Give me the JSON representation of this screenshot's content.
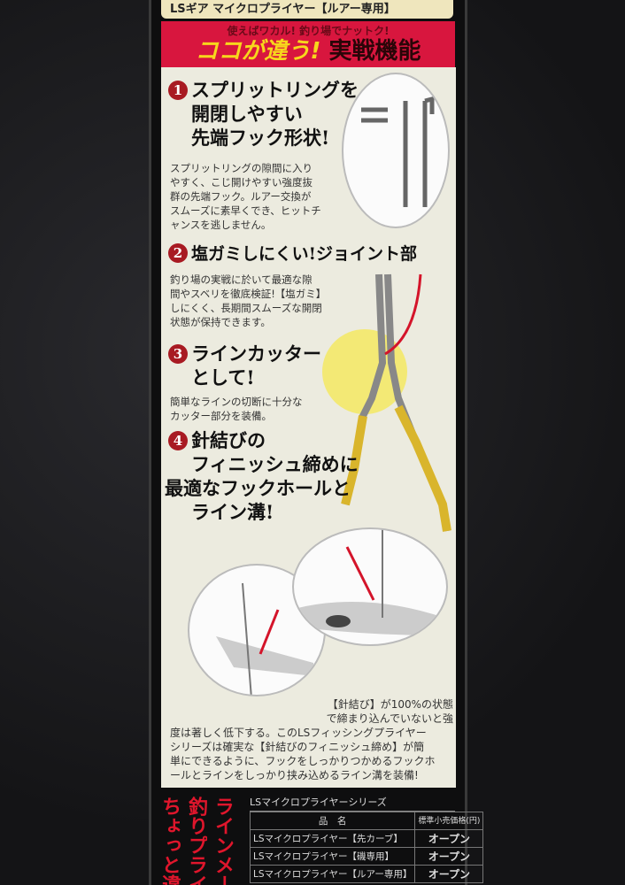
{
  "top_label": "LSギア マイクロプライヤー【ルアー専用】",
  "banner": {
    "subtitle": "使えばワカル! 釣り場でナットク!",
    "highlight": "ココが違う!",
    "title": "実戦機能"
  },
  "features": [
    {
      "num": "1",
      "title": [
        "スプリットリングを",
        "開閉しやすい",
        "先端フック形状!"
      ],
      "body": [
        "スプリットリングの隙間に入り",
        "やすく、こじ開けやすい強度抜",
        "群の先端フック。ルアー交換が",
        "スムーズに素早くでき、ヒットチ",
        "ャンスを逃しません。"
      ]
    },
    {
      "num": "2",
      "title": [
        "塩ガミしにくい!ジョイント部"
      ],
      "body": [
        "釣り場の実戦に於いて最適な隙",
        "間やスベリを徹底検証!【塩ガミ】",
        "しにくく、長期間スムーズな開閉",
        "状態が保持できます。"
      ]
    },
    {
      "num": "3",
      "title": [
        "ラインカッター",
        "として!"
      ],
      "body": [
        "簡単なラインの切断に十分な",
        "カッター部分を装備。"
      ]
    },
    {
      "num": "4",
      "title": [
        "針結びの",
        "フィニッシュ締めに",
        "最適なフックホールと",
        "ライン溝!"
      ],
      "body": []
    }
  ],
  "footer_text": [
    "【針結び】が100%の状態",
    "で締まり込んでいないと強",
    "度は著しく低下する。このLSフィッシングプライヤー",
    "シリーズは確実な【針結びのフィニッシュ締め】が簡",
    "単にできるように、フックをしっかりつかめるフックホ",
    "ールとラインをしっかり挟み込めるライン溝を装備!"
  ],
  "side_vertical": [
    "ラインメー",
    "釣りプライ",
    "ちょっと違"
  ],
  "series": {
    "caption": "LSマイクロプライヤーシリーズ",
    "headers": [
      "品　名",
      "標準小売価格(円)"
    ],
    "rows": [
      [
        "LSマイクロプライヤー【先カーブ】",
        "オープン"
      ],
      [
        "LSマイクロプライヤー【磯専用】",
        "オープン"
      ],
      [
        "LSマイクロプライヤー【ルアー専用】",
        "オープン"
      ]
    ]
  }
}
